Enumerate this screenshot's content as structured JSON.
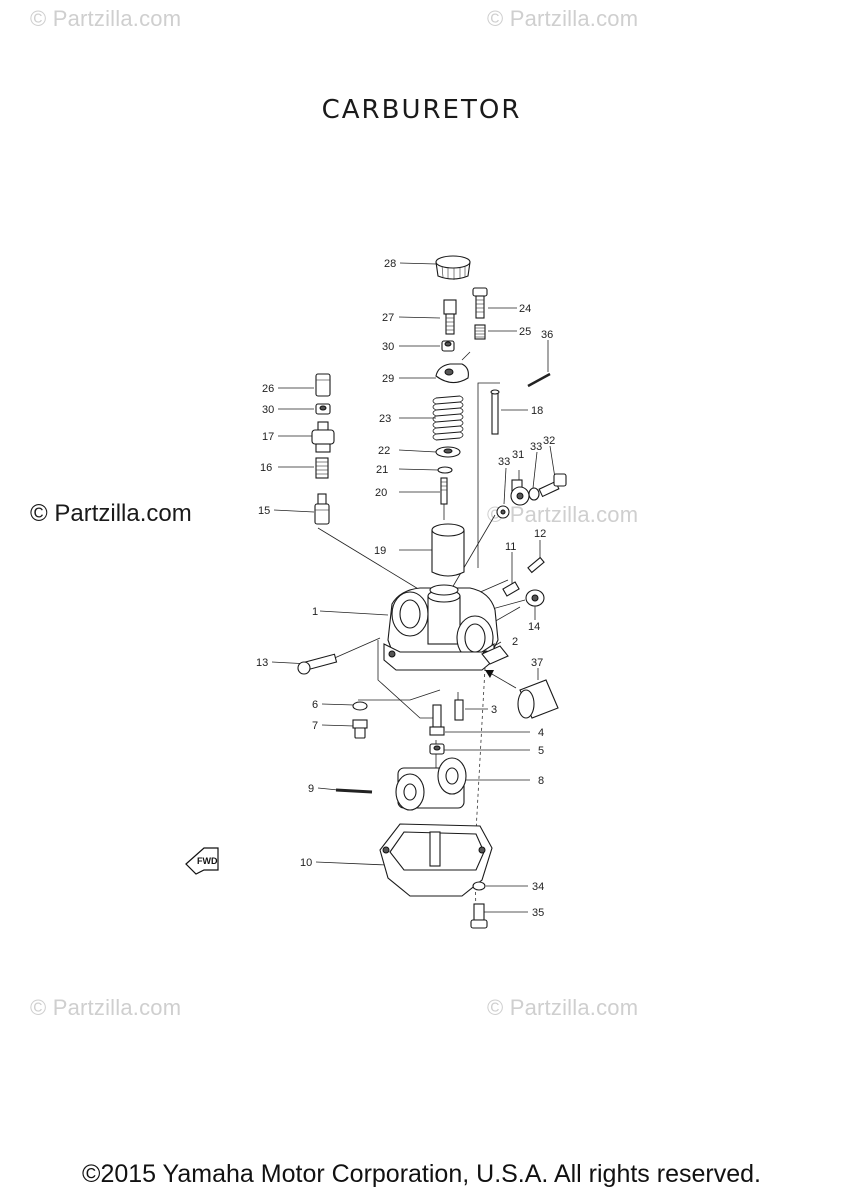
{
  "watermarks": {
    "text": "© Partzilla.com",
    "side_text": "© Partzilla.com"
  },
  "title": "CARBURETOR",
  "footer": "©2015 Yamaha Motor Corporation, U.S.A. All rights reserved.",
  "fwd_badge": "FWD",
  "callouts": {
    "c1": "1",
    "c2": "2",
    "c3": "3",
    "c4": "4",
    "c5": "5",
    "c6": "6",
    "c7": "7",
    "c8": "8",
    "c9": "9",
    "c10": "10",
    "c11": "11",
    "c12": "12",
    "c13": "13",
    "c14": "14",
    "c15": "15",
    "c16": "16",
    "c17": "17",
    "c18": "18",
    "c19": "19",
    "c20": "20",
    "c21": "21",
    "c22": "22",
    "c23": "23",
    "c24": "24",
    "c25": "25",
    "c26": "26",
    "c27": "27",
    "c28": "28",
    "c29": "29",
    "c30a": "30",
    "c30b": "30",
    "c31": "31",
    "c32": "32",
    "c33a": "33",
    "c33b": "33",
    "c34": "34",
    "c35": "35",
    "c36": "36",
    "c37": "37"
  }
}
